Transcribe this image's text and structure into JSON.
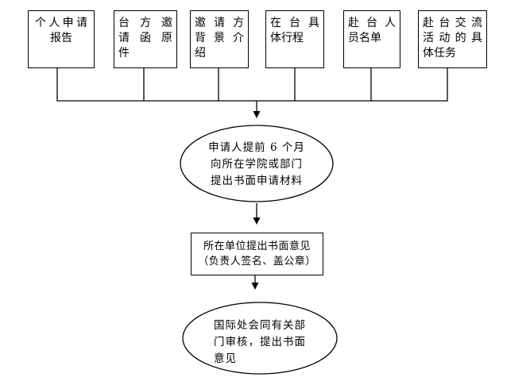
{
  "colors": {
    "line": "#000000",
    "text": "#000000",
    "background": "#ffffff"
  },
  "flowchart": {
    "source_boxes": [
      {
        "full_text": "个人申请报告",
        "lines": [
          "个人申请",
          "报告"
        ]
      },
      {
        "full_text": "台方邀请函原件",
        "lines": [
          "台方邀",
          "请函原",
          "件"
        ]
      },
      {
        "full_text": "邀请方背景介绍",
        "lines": [
          "邀请方",
          "背景介",
          "绍"
        ]
      },
      {
        "full_text": "在台具体行程",
        "lines": [
          "在台具",
          "体行程"
        ]
      },
      {
        "full_text": "赴台人员名单",
        "lines": [
          "赴台人",
          "员名单"
        ]
      },
      {
        "full_text": "赴台交流活动的具体任务",
        "lines": [
          "赴台交流",
          "活动的具",
          "体任务"
        ]
      }
    ],
    "step_ellipse_1": {
      "full_text": "申请人提前 6 个月向所在学院或部门提出书面申请材料",
      "lines": [
        "申请人提前 6 个月",
        "向所在学院或部门",
        "提出书面申请材料"
      ]
    },
    "step_rect": {
      "full_text": "所在单位提出书面意见（负责人签名、盖公章）",
      "lines": [
        "所在单位提出书面意见",
        "（负责人签名、盖公章）"
      ]
    },
    "step_ellipse_2": {
      "full_text": "国际处会同有关部门审核，提出书面意见",
      "lines": [
        "国际处会同有关部",
        "门审核，提出书面",
        "意见"
      ]
    }
  }
}
